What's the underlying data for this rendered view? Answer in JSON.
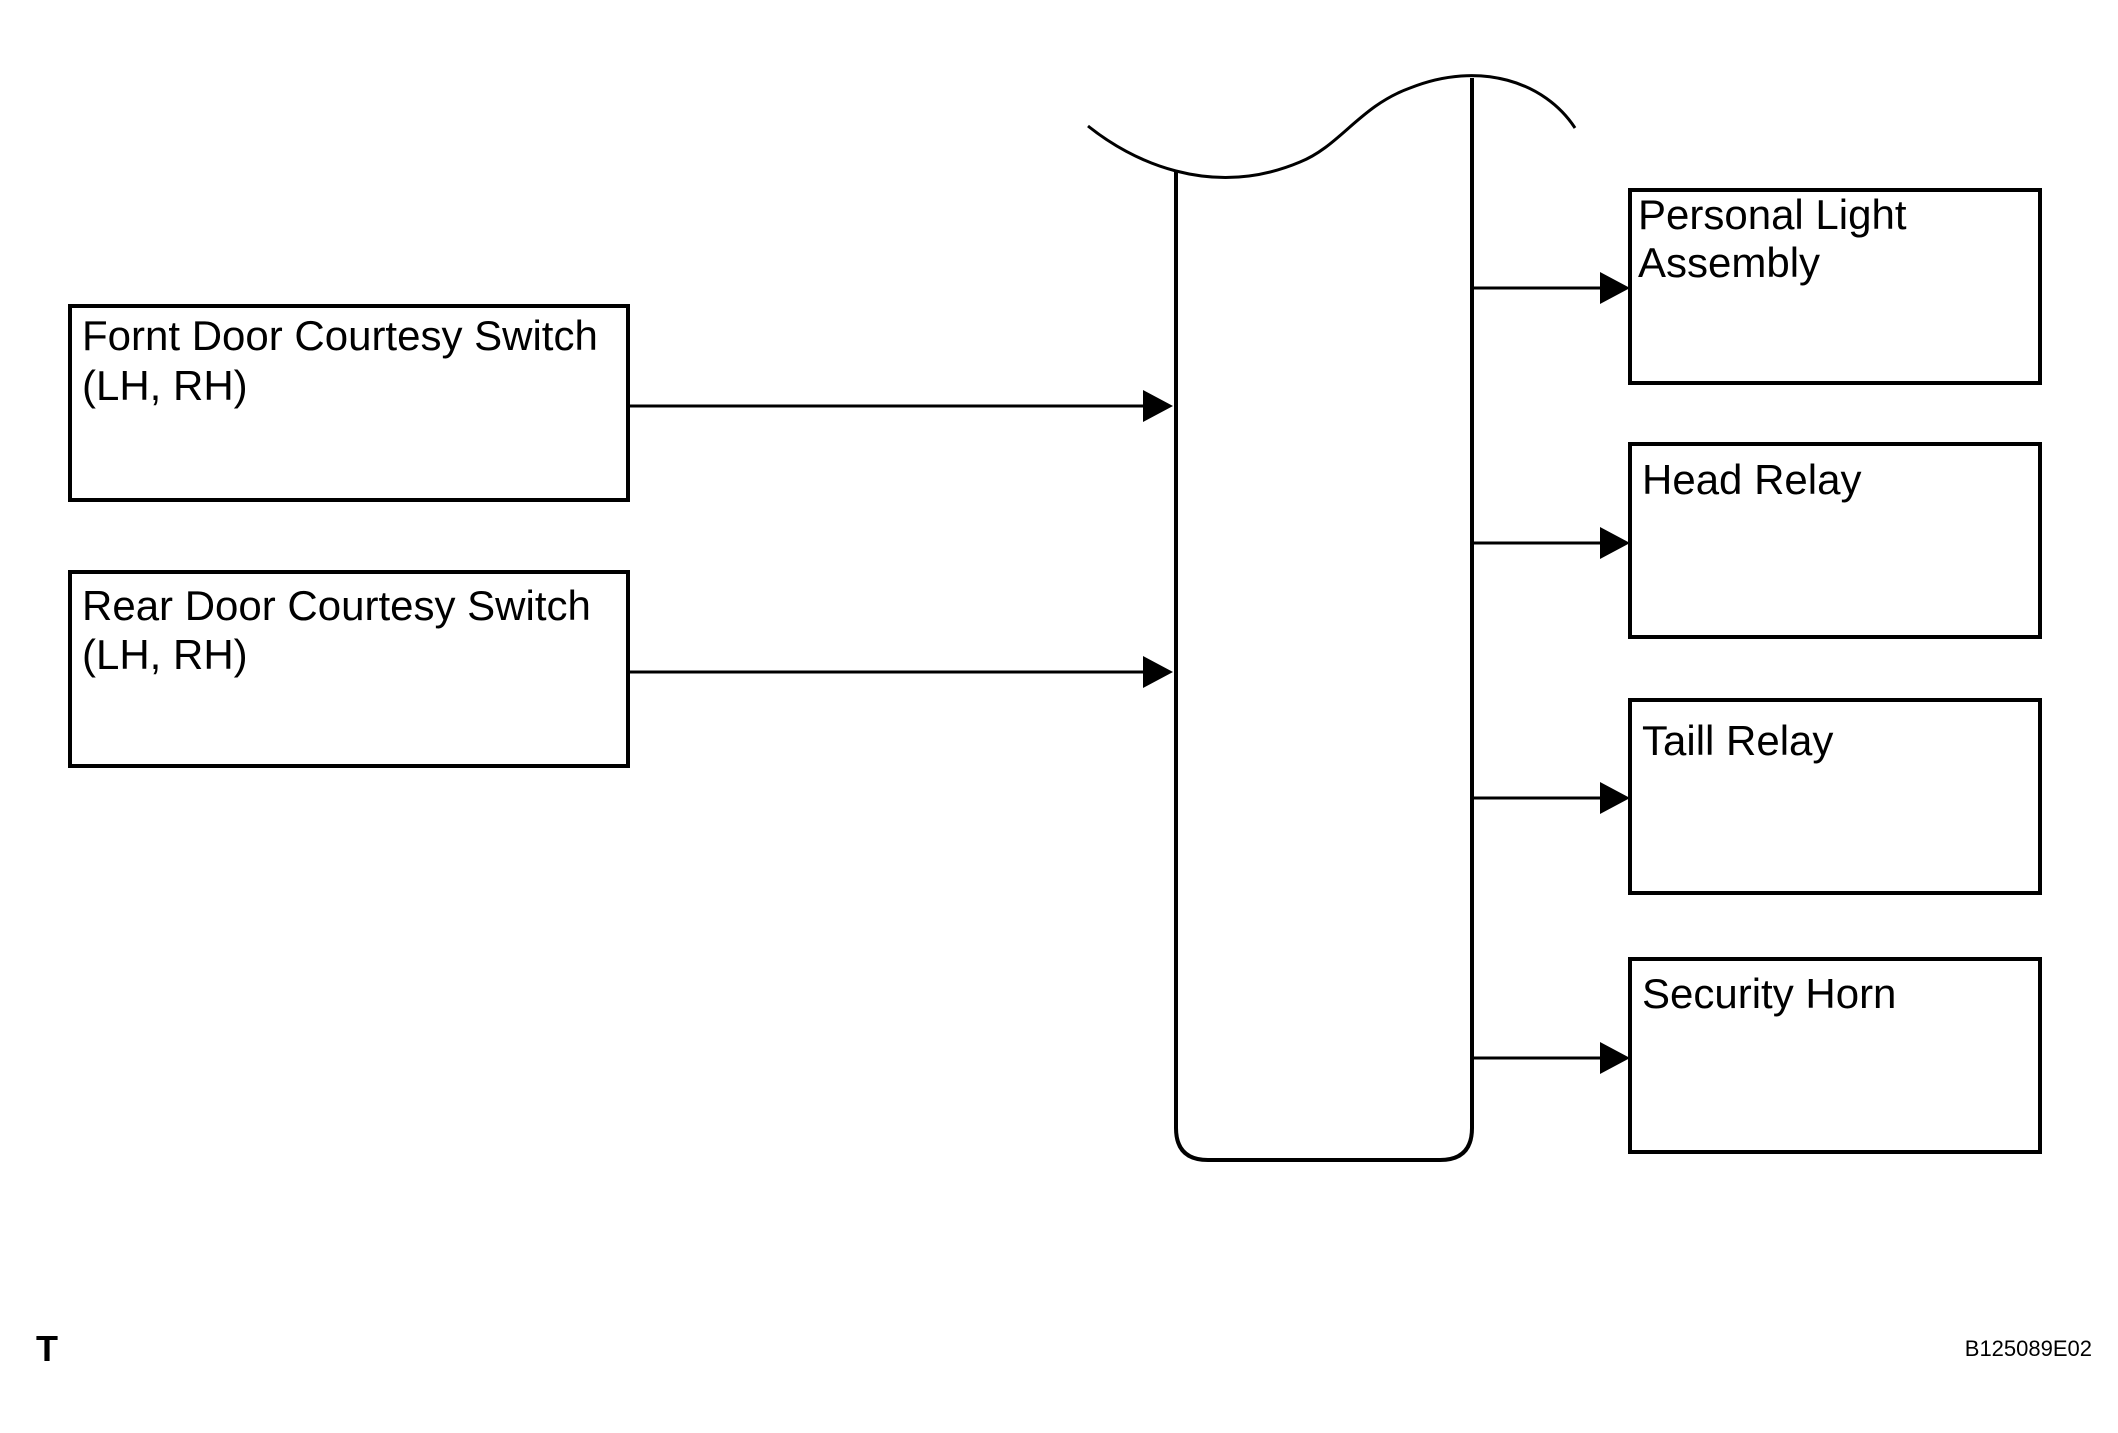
{
  "inputs": [
    {
      "line1": "Fornt Door Courtesy Switch",
      "line2": "(LH, RH)"
    },
    {
      "line1": "Rear Door Courtesy Switch",
      "line2": "(LH, RH)"
    }
  ],
  "outputs": [
    {
      "line1": "Personal Light",
      "line2": "Assembly"
    },
    {
      "line1": "Head Relay",
      "line2": ""
    },
    {
      "line1": "Taill Relay",
      "line2": ""
    },
    {
      "line1": "Security Horn",
      "line2": ""
    }
  ],
  "footer": {
    "corner_mark": "T",
    "figure_id": "B125089E02"
  }
}
